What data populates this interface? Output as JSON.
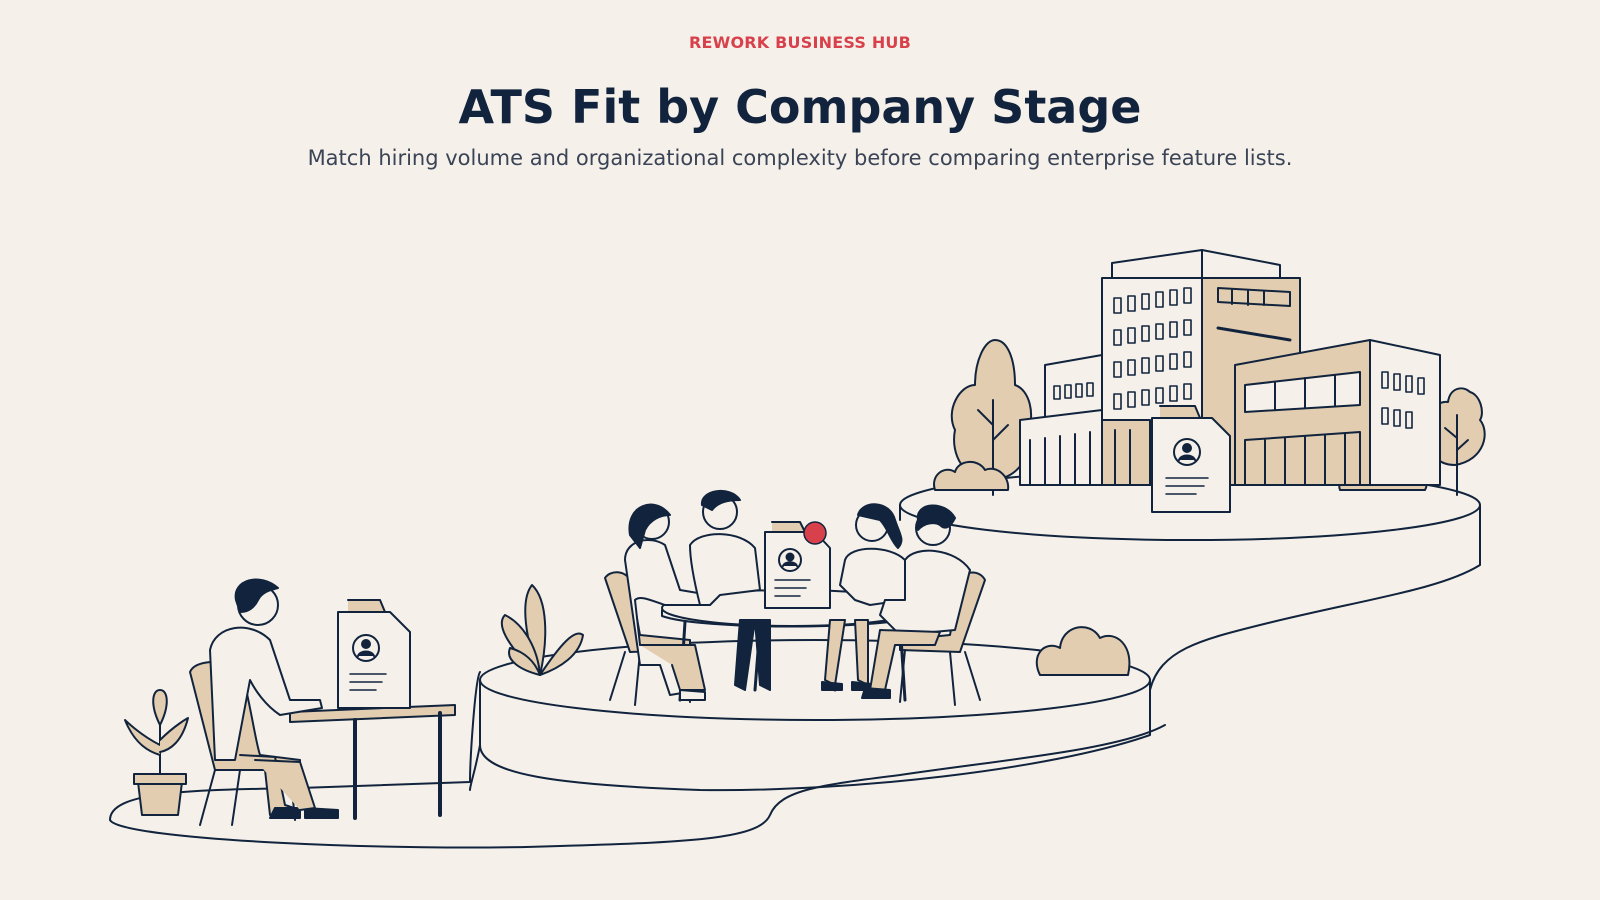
{
  "header": {
    "eyebrow": "REWORK BUSINESS HUB",
    "title": "ATS Fit by Company Stage",
    "subtitle": "Match hiring volume and organizational complexity before comparing enterprise feature lists."
  },
  "colors": {
    "background": "#f5f1ea",
    "ink": "#12243d",
    "accent": "#d8414b",
    "tan": "#e2cdb0"
  },
  "illustration": {
    "stages": [
      "solo-recruiter-desk",
      "team-round-table",
      "enterprise-campus"
    ]
  }
}
